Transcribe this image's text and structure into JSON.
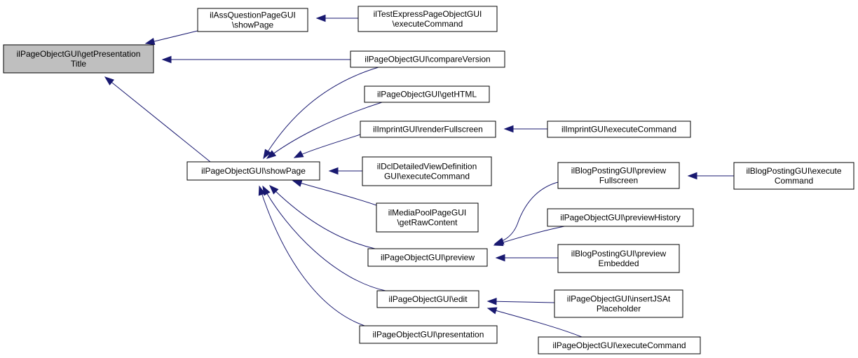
{
  "graph": {
    "nodes": [
      {
        "id": "root",
        "lines": [
          "ilPageObjectGUI\\getPresentation",
          "Title"
        ]
      },
      {
        "id": "assq_showpage",
        "lines": [
          "ilAssQuestionPageGUI",
          "\\showPage"
        ]
      },
      {
        "id": "testexpress_exec",
        "lines": [
          "ilTestExpressPageObjectGUI",
          "\\executeCommand"
        ]
      },
      {
        "id": "compare_version",
        "lines": [
          "ilPageObjectGUI\\compareVersion"
        ]
      },
      {
        "id": "get_html",
        "lines": [
          "ilPageObjectGUI\\getHTML"
        ]
      },
      {
        "id": "imprint_render",
        "lines": [
          "ilImprintGUI\\renderFullscreen"
        ]
      },
      {
        "id": "imprint_exec",
        "lines": [
          "ilImprintGUI\\executeCommand"
        ]
      },
      {
        "id": "pog_showpage",
        "lines": [
          "ilPageObjectGUI\\showPage"
        ]
      },
      {
        "id": "dcl_exec",
        "lines": [
          "ilDclDetailedViewDefinition",
          "GUI\\executeCommand"
        ]
      },
      {
        "id": "mediapool_raw",
        "lines": [
          "ilMediaPoolPageGUI",
          "\\getRawContent"
        ]
      },
      {
        "id": "pog_preview",
        "lines": [
          "ilPageObjectGUI\\preview"
        ]
      },
      {
        "id": "blog_preview_full",
        "lines": [
          "ilBlogPostingGUI\\preview",
          "Fullscreen"
        ]
      },
      {
        "id": "blog_exec",
        "lines": [
          "ilBlogPostingGUI\\execute",
          "Command"
        ]
      },
      {
        "id": "pog_preview_history",
        "lines": [
          "ilPageObjectGUI\\previewHistory"
        ]
      },
      {
        "id": "blog_preview_embedded",
        "lines": [
          "ilBlogPostingGUI\\preview",
          "Embedded"
        ]
      },
      {
        "id": "pog_edit",
        "lines": [
          "ilPageObjectGUI\\edit"
        ]
      },
      {
        "id": "pog_insertjs",
        "lines": [
          "ilPageObjectGUI\\insertJSAt",
          "Placeholder"
        ]
      },
      {
        "id": "pog_presentation",
        "lines": [
          "ilPageObjectGUI\\presentation"
        ]
      },
      {
        "id": "pog_exec",
        "lines": [
          "ilPageObjectGUI\\executeCommand"
        ]
      }
    ],
    "edges": [
      {
        "from": "assq_showpage",
        "to": "root"
      },
      {
        "from": "compare_version",
        "to": "root"
      },
      {
        "from": "pog_showpage",
        "to": "root"
      },
      {
        "from": "testexpress_exec",
        "to": "assq_showpage"
      },
      {
        "from": "compare_version",
        "to": "pog_showpage"
      },
      {
        "from": "get_html",
        "to": "pog_showpage"
      },
      {
        "from": "imprint_render",
        "to": "pog_showpage"
      },
      {
        "from": "dcl_exec",
        "to": "pog_showpage"
      },
      {
        "from": "mediapool_raw",
        "to": "pog_showpage"
      },
      {
        "from": "pog_preview",
        "to": "pog_showpage"
      },
      {
        "from": "pog_edit",
        "to": "pog_showpage"
      },
      {
        "from": "pog_presentation",
        "to": "pog_showpage"
      },
      {
        "from": "imprint_exec",
        "to": "imprint_render"
      },
      {
        "from": "blog_preview_full",
        "to": "pog_preview"
      },
      {
        "from": "pog_preview_history",
        "to": "pog_preview"
      },
      {
        "from": "blog_preview_embedded",
        "to": "pog_preview"
      },
      {
        "from": "blog_exec",
        "to": "blog_preview_full"
      },
      {
        "from": "pog_insertjs",
        "to": "pog_edit"
      },
      {
        "from": "pog_exec",
        "to": "pog_edit"
      }
    ],
    "colors": {
      "edge": "#191970",
      "root_fill": "#bfbfbf",
      "node_fill": "#ffffff",
      "border": "#000000"
    }
  }
}
